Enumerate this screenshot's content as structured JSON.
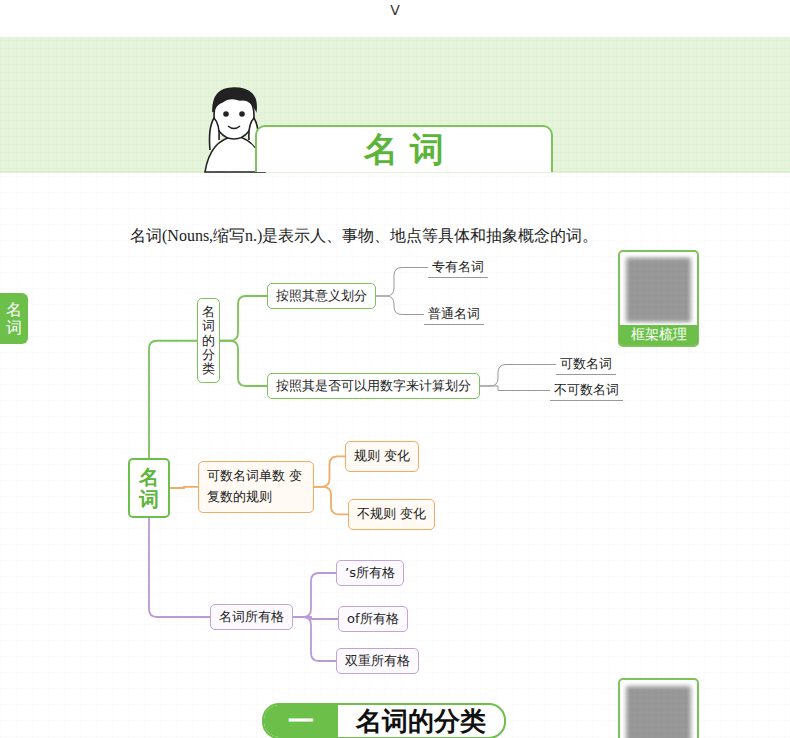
{
  "diagram": {
    "title": "名 词",
    "nodes": [
      {
        "text": [
          "名词"
        ]
      },
      {
        "text": [
          "名词的分类"
        ]
      },
      {
        "text": [
          "按照其意义划分"
        ]
      },
      {
        "text": [
          "专有名词"
        ]
      },
      {
        "text": [
          "普通名词"
        ]
      },
      {
        "text": [
          "按照其是否可以用数字来计算划分"
        ]
      },
      {
        "text": [
          "可数名词"
        ]
      },
      {
        "text": [
          "不可数名词"
        ]
      },
      {
        "text": [
          "可数名词单数 变复数的规则"
        ]
      },
      {
        "text": [
          "规则 变化"
        ]
      },
      {
        "text": [
          "不规则 变化"
        ]
      },
      {
        "text": [
          "名词所有格"
        ]
      },
      {
        "text": [
          "’s所有格"
        ]
      },
      {
        "text": [
          "of所有格"
        ]
      },
      {
        "text": [
          "双重所有格"
        ]
      },
      {
        "text": [
          "名词"
        ]
      },
      {
        "text": [
          "框架梳理"
        ]
      },
      {
        "text": [
          "一",
          "名词的分类"
        ]
      }
    ],
    "edges": [
      {
        "from": 0,
        "to": 1,
        "arrow": "none"
      },
      {
        "from": 1,
        "to": 2,
        "arrow": "none"
      },
      {
        "from": 1,
        "to": 5,
        "arrow": "none"
      },
      {
        "from": 2,
        "to": 3,
        "arrow": "none"
      },
      {
        "from": 2,
        "to": 4,
        "arrow": "none"
      },
      {
        "from": 5,
        "to": 6,
        "arrow": "none"
      },
      {
        "from": 5,
        "to": 7,
        "arrow": "none"
      },
      {
        "from": 0,
        "to": 8,
        "arrow": "none"
      },
      {
        "from": 8,
        "to": 9,
        "arrow": "none"
      },
      {
        "from": 8,
        "to": 10,
        "arrow": "none"
      },
      {
        "from": 0,
        "to": 11,
        "arrow": "none"
      },
      {
        "from": 11,
        "to": 12,
        "arrow": "none"
      },
      {
        "from": 11,
        "to": 13,
        "arrow": "none"
      },
      {
        "from": 11,
        "to": 14,
        "arrow": "none"
      }
    ],
    "labels": [
      "V",
      "名词(Nouns,缩写n.)是表示人、事物、地点等具体和抽象概念的词。"
    ]
  }
}
